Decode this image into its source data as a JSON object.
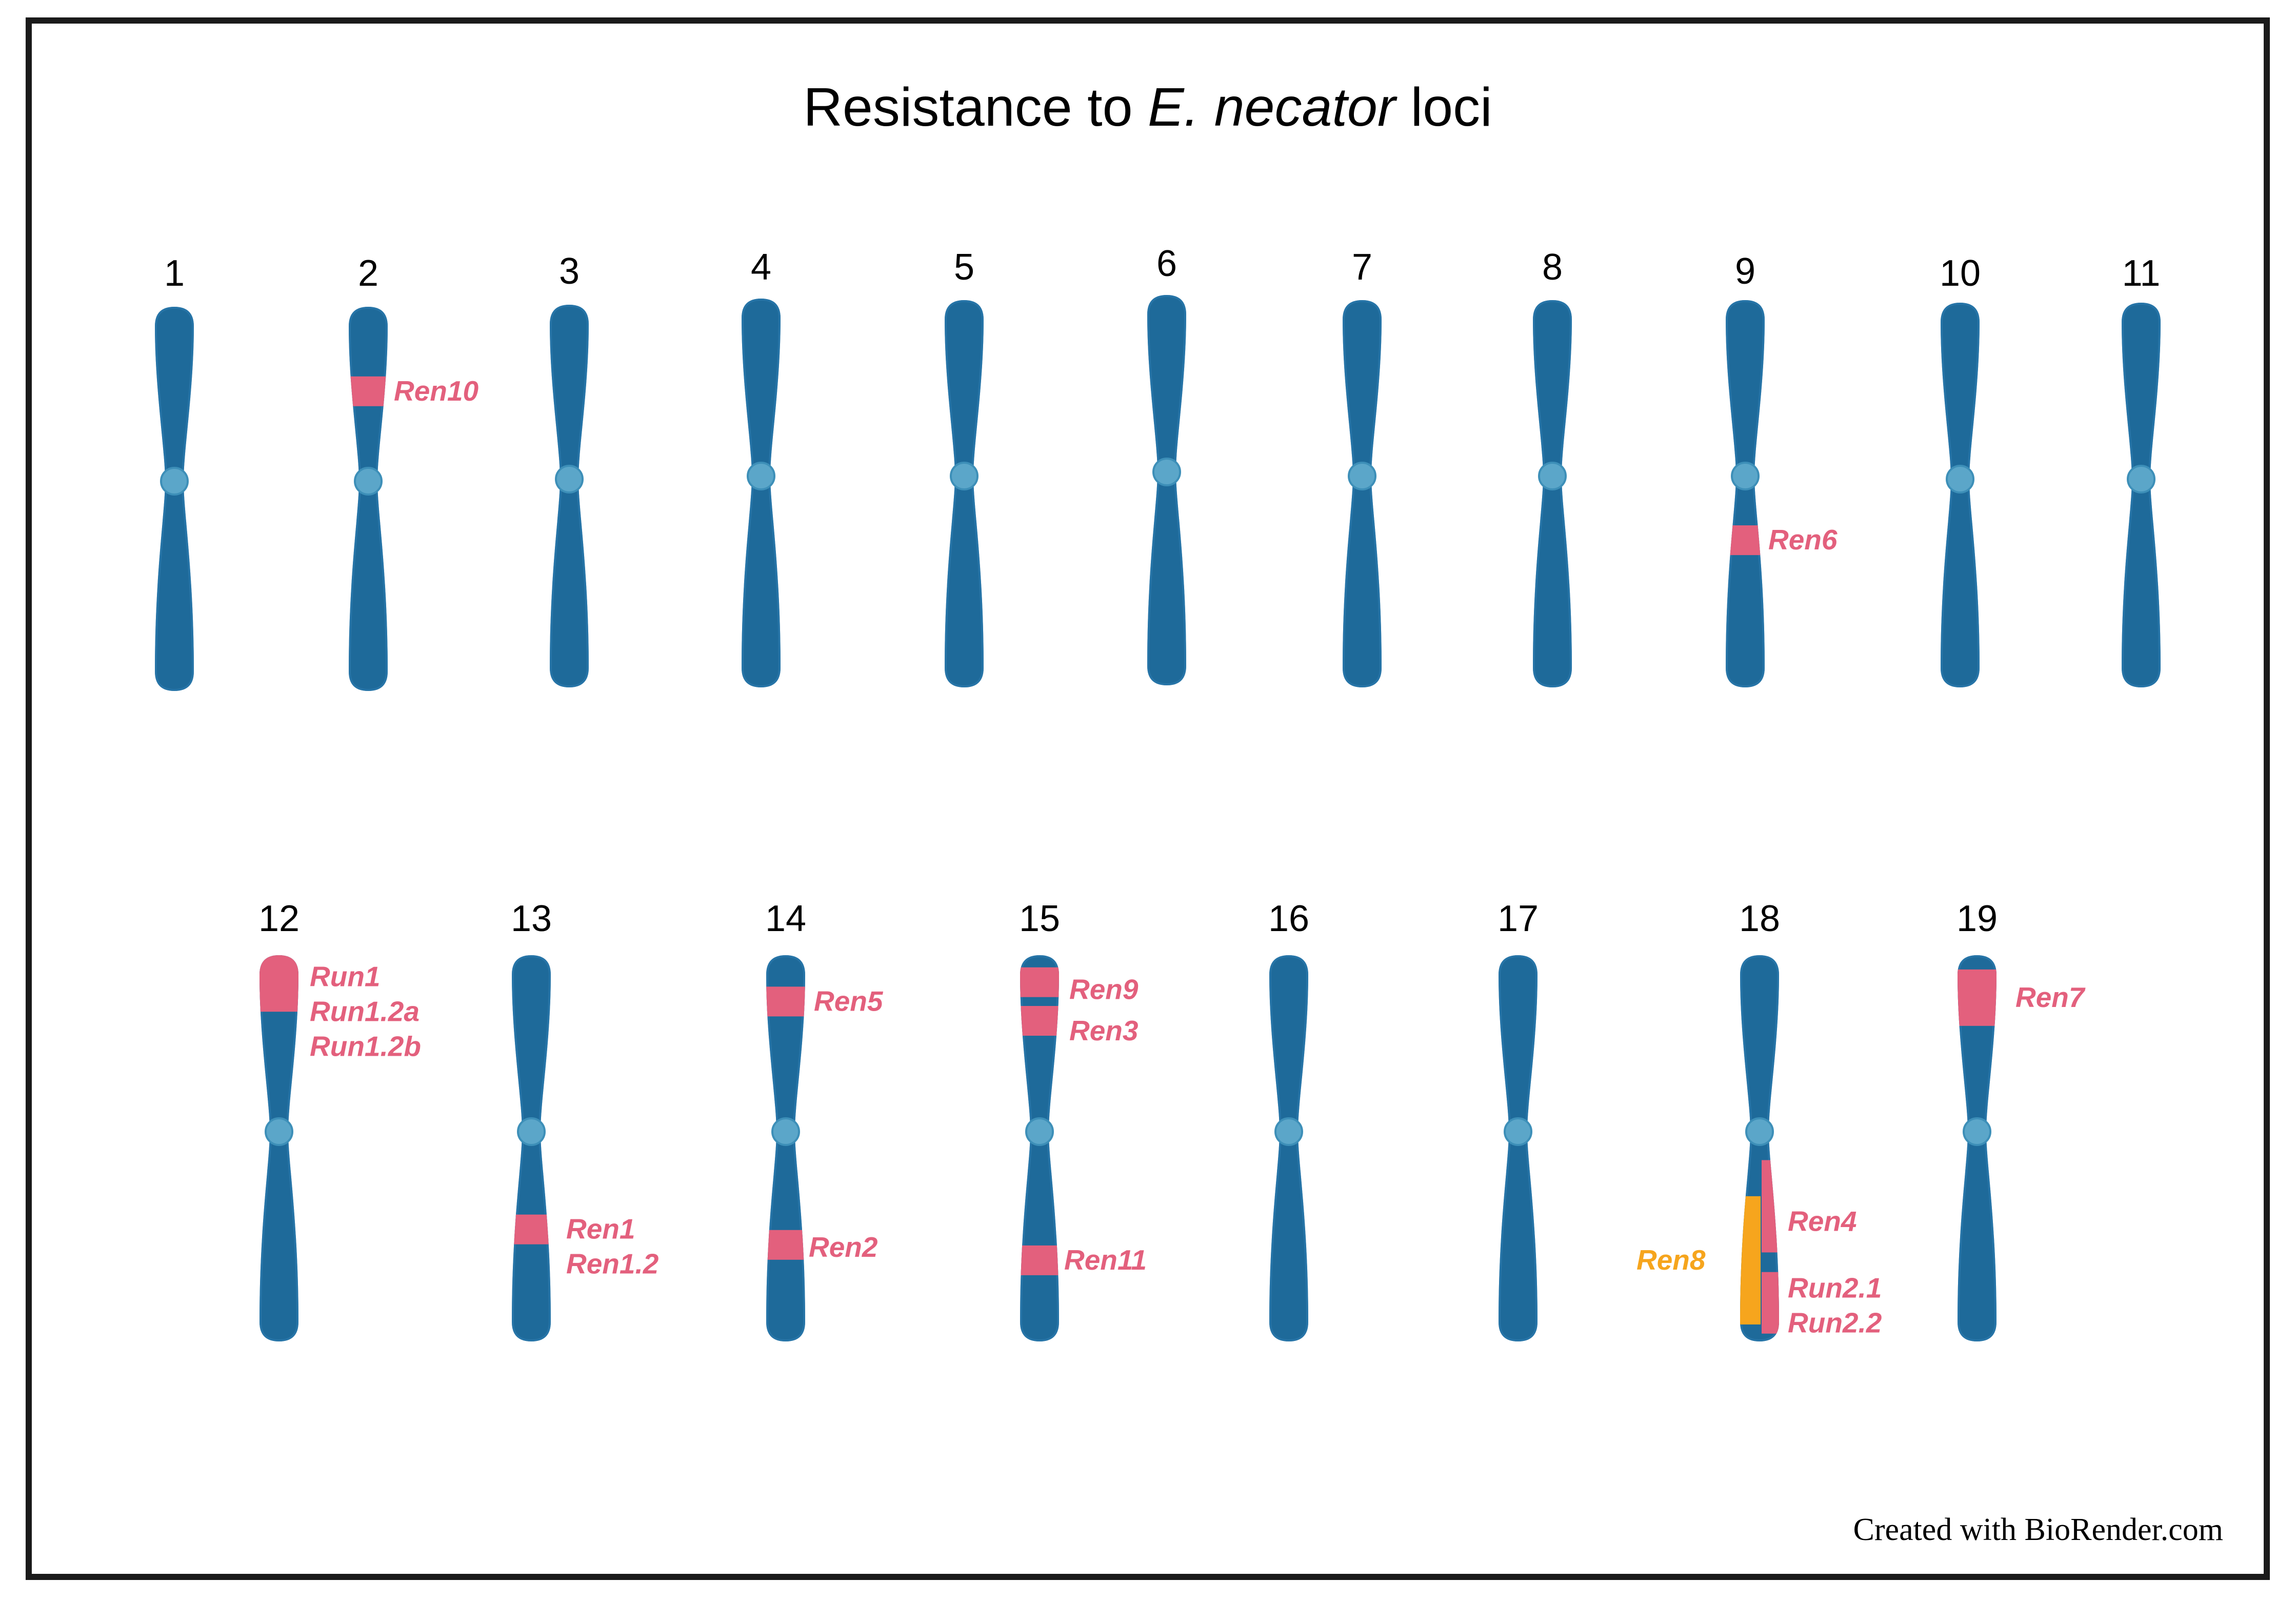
{
  "title": {
    "prefix": "Resistance to ",
    "species": "E. necator",
    "suffix": " loci"
  },
  "credit": "Created with BioRender.com",
  "colors": {
    "chromosome": "#1e6a9a",
    "centromere": "#5ba6c9",
    "locus_pink": "#e3607d",
    "locus_orange": "#f6a51d"
  },
  "chromosomes": [
    {
      "number": "1",
      "loci": []
    },
    {
      "number": "2",
      "loci": [
        {
          "name": "Ren10",
          "position": 0.22
        }
      ]
    },
    {
      "number": "3",
      "loci": []
    },
    {
      "number": "4",
      "loci": []
    },
    {
      "number": "5",
      "loci": []
    },
    {
      "number": "6",
      "loci": []
    },
    {
      "number": "7",
      "loci": []
    },
    {
      "number": "8",
      "loci": []
    },
    {
      "number": "9",
      "loci": [
        {
          "name": "Ren6",
          "position": 0.62
        }
      ]
    },
    {
      "number": "10",
      "loci": []
    },
    {
      "number": "11",
      "loci": []
    },
    {
      "number": "12",
      "loci": [
        {
          "name": "Run1 / Run1.2a / Run1.2b",
          "position": 0.07,
          "labels": [
            "Run1",
            "Run1.2a",
            "Run1.2b"
          ]
        }
      ]
    },
    {
      "number": "13",
      "loci": [
        {
          "name": "Ren1 / Ren1.2",
          "position": 0.71,
          "labels": [
            "Ren1",
            "Ren1.2"
          ]
        }
      ]
    },
    {
      "number": "14",
      "loci": [
        {
          "name": "Ren5",
          "position": 0.12
        },
        {
          "name": "Ren2",
          "position": 0.75
        }
      ]
    },
    {
      "number": "15",
      "loci": [
        {
          "name": "Ren9",
          "position": 0.07
        },
        {
          "name": "Ren3",
          "position": 0.17
        },
        {
          "name": "Ren11",
          "position": 0.79
        }
      ]
    },
    {
      "number": "16",
      "loci": []
    },
    {
      "number": "17",
      "loci": []
    },
    {
      "number": "18",
      "loci": [
        {
          "name": "Ren4",
          "position": 0.65
        },
        {
          "name": "Run2.1 / Run2.2",
          "position": 0.9,
          "labels": [
            "Run2.1",
            "Run2.2"
          ]
        },
        {
          "name": "Ren8",
          "position": 0.79,
          "color": "orange"
        }
      ]
    },
    {
      "number": "19",
      "loci": [
        {
          "name": "Ren7",
          "position": 0.11
        }
      ]
    }
  ]
}
